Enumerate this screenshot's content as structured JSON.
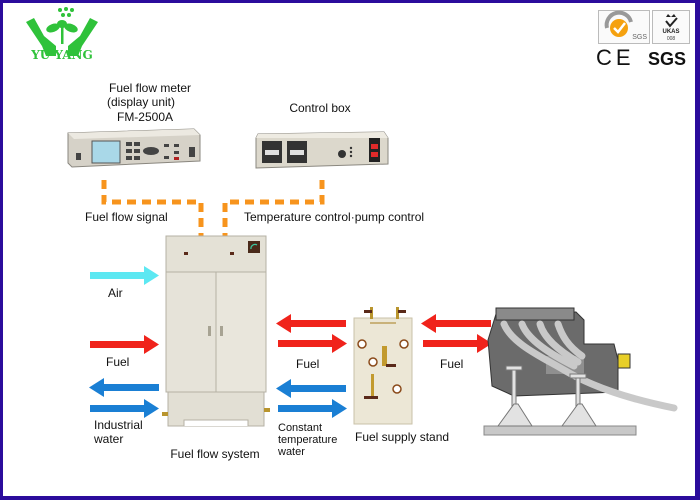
{
  "brand": {
    "name": "YU YANG",
    "logo_icon": "hands-sprout-logo",
    "color": "#2fc23a"
  },
  "certifications": {
    "badges": [
      "sgs-quality-badge",
      "ukas-badge"
    ],
    "sgs_badge_text": "SGS",
    "ukas_text": "UKAS",
    "ukas_sub": "008",
    "marks_line": {
      "ce": "CE",
      "sgs": "SGS"
    }
  },
  "border_color": "#2b0c9c",
  "devices": {
    "flow_meter": {
      "title_line1": "Fuel flow meter",
      "title_line2": "(display unit)",
      "model": "FM-2500A"
    },
    "control_box": {
      "title": "Control box"
    },
    "fuel_flow_system": {
      "title": "Fuel flow system"
    },
    "fuel_supply_stand": {
      "title": "Fuel supply stand"
    },
    "engine": {
      "title": ""
    }
  },
  "signals": {
    "fuel_flow_signal": "Fuel flow signal",
    "temp_pump_control": "Temperature control·pump control",
    "line_color": "#f7941d"
  },
  "flows": {
    "air": {
      "label": "Air",
      "color": "#5ce8f2",
      "direction": "right"
    },
    "fuel_in": {
      "label": "Fuel",
      "color": "#f0231b",
      "direction": "right"
    },
    "industrial_water": {
      "label_line1": "Industrial",
      "label_line2": "water",
      "color": "#1a7fd4",
      "directions": [
        "left",
        "right"
      ]
    },
    "fuel_stand_to_system": {
      "label": "Fuel",
      "color": "#f0231b",
      "directions": [
        "left",
        "right"
      ]
    },
    "constant_temp_water": {
      "label_line1": "Constant",
      "label_line2": "temperature",
      "label_line3": "water",
      "color": "#1a7fd4",
      "directions": [
        "left",
        "right"
      ]
    },
    "fuel_engine": {
      "label": "Fuel",
      "color": "#f0231b",
      "directions": [
        "left",
        "right"
      ]
    }
  }
}
